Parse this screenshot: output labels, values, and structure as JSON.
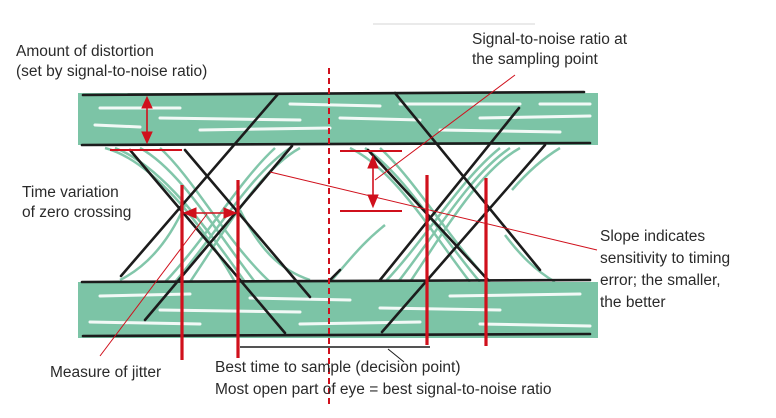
{
  "title": "Eye diagram annotations",
  "colors": {
    "eye_fill": "#7cc4a6",
    "trace": "#1c1c1c",
    "marker": "#d0101c",
    "text": "#2a2a2a"
  },
  "labels": {
    "distortion": [
      "Amount of distortion",
      "(set by signal-to-noise ratio)"
    ],
    "zero_crossing": [
      "Time variation",
      "of zero crossing"
    ],
    "snr_sampling": [
      "Signal-to-noise ratio at",
      "the sampling point"
    ],
    "slope": [
      "Slope indicates",
      "sensitivity to timing",
      "error; the smaller,",
      "the better"
    ],
    "jitter": [
      "Measure of jitter"
    ],
    "best_time": [
      "Best time to sample (decision point)",
      "Most open part of eye = best signal-to-noise ratio"
    ]
  }
}
